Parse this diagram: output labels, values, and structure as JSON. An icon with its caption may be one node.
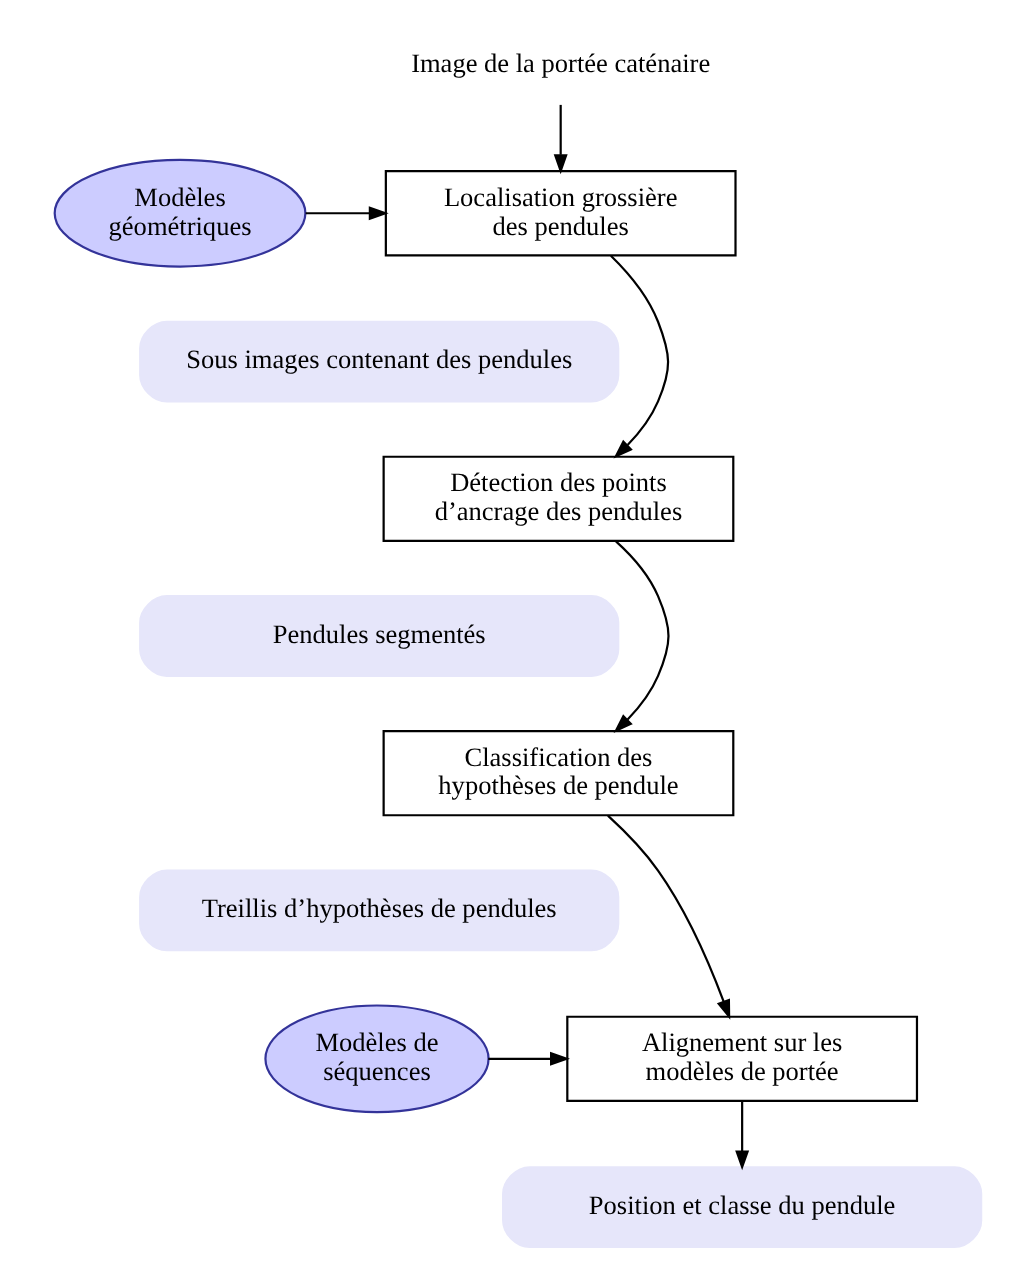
{
  "diagram": {
    "nodes": [
      {
        "text": [
          "Image de la portée caténaire"
        ]
      },
      {
        "text": [
          "Modèles géométriques"
        ]
      },
      {
        "text": [
          "Localisation grossière des pendules"
        ]
      },
      {
        "text": [
          "Sous images contenant des pendules"
        ]
      },
      {
        "text": [
          "Détection des points d’ancrage des pendules"
        ]
      },
      {
        "text": [
          "Pendules segmentés"
        ]
      },
      {
        "text": [
          "Classification des hypothèses de pendule"
        ]
      },
      {
        "text": [
          "Treillis d’hypothèses de pendules"
        ]
      },
      {
        "text": [
          "Modèles de séquences"
        ]
      },
      {
        "text": [
          "Alignement sur les modèles de portée"
        ]
      },
      {
        "text": [
          "Position et classe du pendule"
        ]
      }
    ],
    "edges": [
      {
        "from": 0,
        "to": 2,
        "arrow": "to"
      },
      {
        "from": 1,
        "to": 2,
        "arrow": "to"
      },
      {
        "from": 2,
        "to": 4,
        "arrow": "to"
      },
      {
        "from": 4,
        "to": 6,
        "arrow": "to"
      },
      {
        "from": 6,
        "to": 9,
        "arrow": "to"
      },
      {
        "from": 8,
        "to": 9,
        "arrow": "to"
      },
      {
        "from": 9,
        "to": 10,
        "arrow": "to"
      }
    ]
  }
}
